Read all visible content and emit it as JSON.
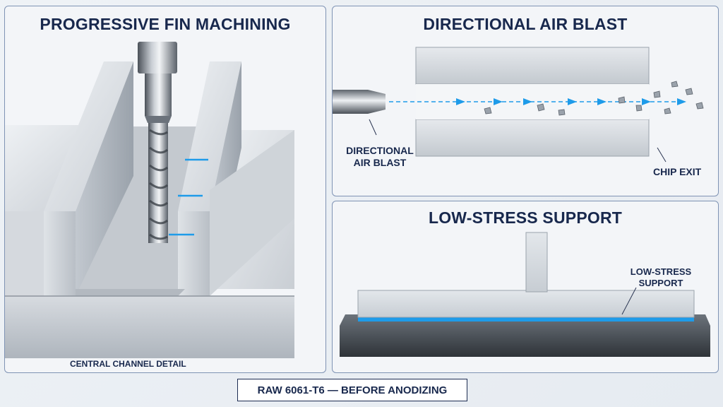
{
  "panels": {
    "machining": {
      "title": "PROGRESSIVE FIN MACHINING",
      "caption": "CENTRAL CHANNEL DETAIL"
    },
    "air_blast": {
      "title": "DIRECTIONAL AIR BLAST",
      "nozzle_label_line1": "DIRECTIONAL",
      "nozzle_label_line2": "AIR BLAST",
      "exit_label": "CHIP EXIT"
    },
    "support": {
      "title": "LOW-STRESS SUPPORT",
      "label_line1": "LOW-STRESS",
      "label_line2": "SUPPORT"
    }
  },
  "footer": {
    "text": "RAW 6061-T6 — BEFORE ANODIZING"
  },
  "colors": {
    "title_navy": "#18284d",
    "panel_border": "#7f93b4",
    "accent_blue": "#1e9be9",
    "aluminum_light": "#e2e6ea",
    "aluminum_dark": "#9aa2ab"
  }
}
